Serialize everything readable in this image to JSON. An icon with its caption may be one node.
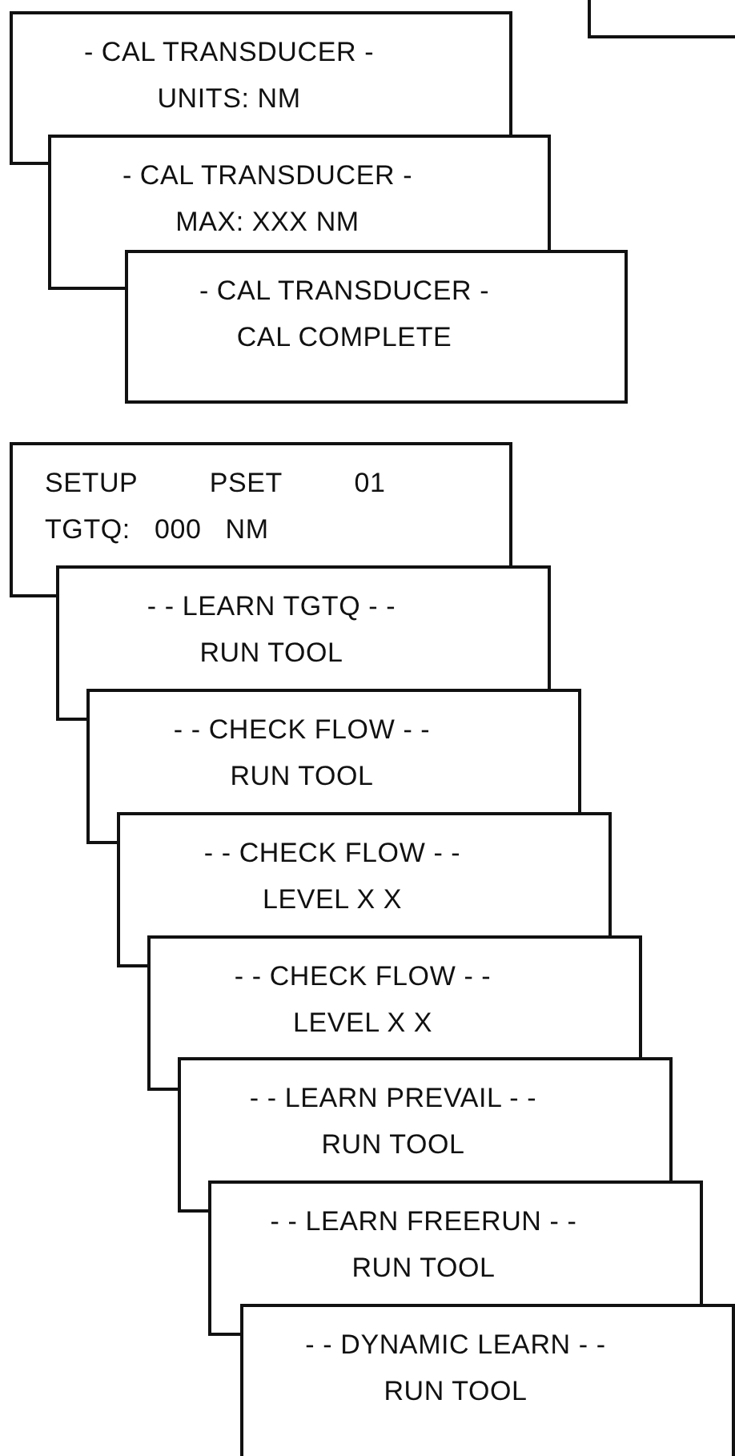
{
  "diagram": {
    "nodes": [
      {
        "text": [],
        "shape": "box"
      },
      {
        "text": [
          "- CAL TRANSDUCER -",
          "UNITS: NM"
        ]
      },
      {
        "text": [
          "- CAL TRANSDUCER -",
          "MAX: XXX NM"
        ]
      },
      {
        "text": [
          "- CAL TRANSDUCER -",
          "CAL COMPLETE"
        ]
      },
      {
        "text": [
          "SETUP PSET 01",
          "TGTQ: 000 NM"
        ]
      },
      {
        "text": [
          "- - LEARN TGTQ - -",
          "RUN TOOL"
        ]
      },
      {
        "text": [
          "- - CHECK FLOW - -",
          "RUN TOOL"
        ]
      },
      {
        "text": [
          "- - CHECK FLOW - -",
          "LEVEL X X"
        ]
      },
      {
        "text": [
          "- - CHECK FLOW - -",
          "LEVEL X X"
        ]
      },
      {
        "text": [
          "- - LEARN PREVAIL - -",
          "RUN TOOL"
        ]
      },
      {
        "text": [
          "- - LEARN FREERUN - -",
          "RUN TOOL"
        ]
      },
      {
        "text": [
          "- - DYNAMIC LEARN - -",
          "RUN TOOL"
        ]
      }
    ]
  }
}
